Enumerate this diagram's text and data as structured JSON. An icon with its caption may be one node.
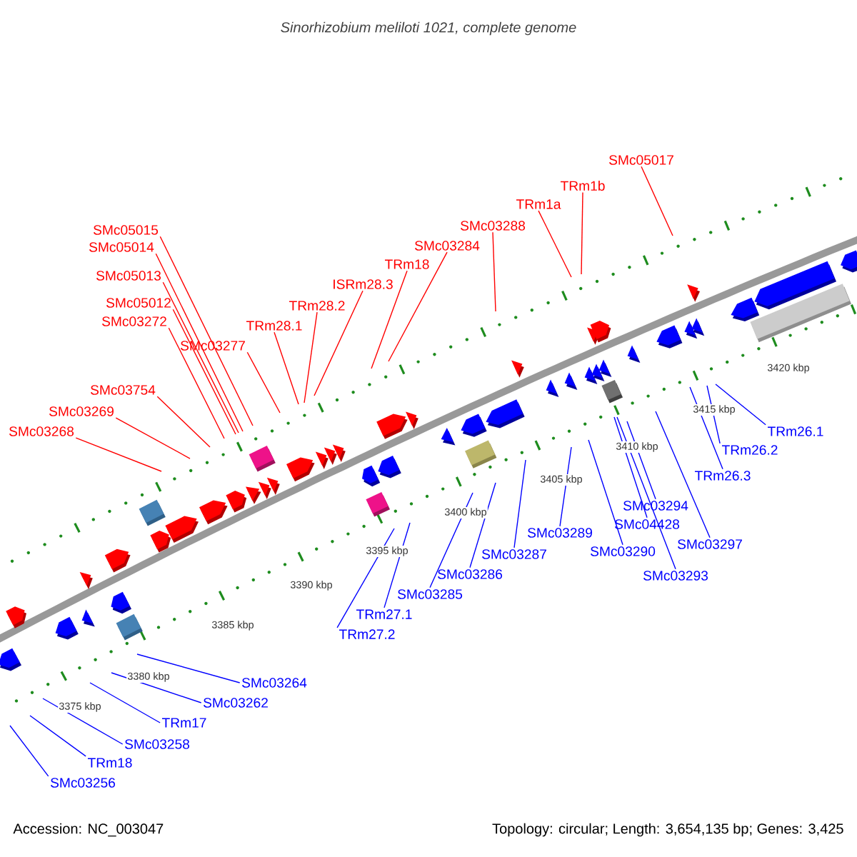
{
  "diagram": {
    "title": "Sinorhizobium meliloti 1021, complete genome",
    "nodes": [
      {
        "text": [
          "SMc05017"
        ]
      },
      {
        "text": [
          "TRm1b"
        ]
      },
      {
        "text": [
          "TRm1a"
        ]
      },
      {
        "text": [
          "SMc03288"
        ]
      },
      {
        "text": [
          "SMc05015"
        ]
      },
      {
        "text": [
          "SMc03284"
        ]
      },
      {
        "text": [
          "SMc05014"
        ]
      },
      {
        "text": [
          "TRm18"
        ]
      },
      {
        "text": [
          "SMc05013"
        ]
      },
      {
        "text": [
          "ISRm28.3"
        ]
      },
      {
        "text": [
          "SMc05012"
        ]
      },
      {
        "text": [
          "TRm28.2"
        ]
      },
      {
        "text": [
          "SMc03272"
        ]
      },
      {
        "text": [
          "TRm28.1"
        ]
      },
      {
        "text": [
          "SMc03277"
        ]
      },
      {
        "text": [
          "SMc03754"
        ]
      },
      {
        "text": [
          "SMc03269"
        ]
      },
      {
        "text": [
          "SMc03268"
        ]
      },
      {
        "text": [
          "TRm26.1"
        ]
      },
      {
        "text": [
          "TRm26.2"
        ]
      },
      {
        "text": [
          "TRm26.3"
        ]
      },
      {
        "text": [
          "SMc03294"
        ]
      },
      {
        "text": [
          "SMc04428"
        ]
      },
      {
        "text": [
          "SMc03289"
        ]
      },
      {
        "text": [
          "SMc03297"
        ]
      },
      {
        "text": [
          "SMc03290"
        ]
      },
      {
        "text": [
          "SMc03287"
        ]
      },
      {
        "text": [
          "SMc03286"
        ]
      },
      {
        "text": [
          "SMc03293"
        ]
      },
      {
        "text": [
          "SMc03285"
        ]
      },
      {
        "text": [
          "TRm27.1"
        ]
      },
      {
        "text": [
          "TRm27.2"
        ]
      },
      {
        "text": [
          "SMc03264"
        ]
      },
      {
        "text": [
          "SMc03262"
        ]
      },
      {
        "text": [
          "TRm17"
        ]
      },
      {
        "text": [
          "SMc03258"
        ]
      },
      {
        "text": [
          "TRm18"
        ]
      },
      {
        "text": [
          "SMc03256"
        ]
      }
    ],
    "edges": [
      {
        "from": 0,
        "to": null,
        "arrow": "none",
        "color": "#ff0000"
      },
      {
        "from": 1,
        "to": null,
        "arrow": "none",
        "color": "#ff0000"
      },
      {
        "from": 2,
        "to": null,
        "arrow": "none",
        "color": "#ff0000"
      },
      {
        "from": 3,
        "to": null,
        "arrow": "none",
        "color": "#ff0000"
      },
      {
        "from": 4,
        "to": null,
        "arrow": "none",
        "color": "#ff0000"
      },
      {
        "from": 5,
        "to": null,
        "arrow": "none",
        "color": "#ff0000"
      },
      {
        "from": 6,
        "to": null,
        "arrow": "none",
        "color": "#ff0000"
      },
      {
        "from": 7,
        "to": null,
        "arrow": "none",
        "color": "#ff0000"
      },
      {
        "from": 8,
        "to": null,
        "arrow": "none",
        "color": "#ff0000"
      },
      {
        "from": 9,
        "to": null,
        "arrow": "none",
        "color": "#ff0000"
      },
      {
        "from": 10,
        "to": null,
        "arrow": "none",
        "color": "#ff0000"
      },
      {
        "from": 11,
        "to": null,
        "arrow": "none",
        "color": "#ff0000"
      },
      {
        "from": 12,
        "to": null,
        "arrow": "none",
        "color": "#ff0000"
      },
      {
        "from": 13,
        "to": null,
        "arrow": "none",
        "color": "#ff0000"
      },
      {
        "from": 14,
        "to": null,
        "arrow": "none",
        "color": "#ff0000"
      },
      {
        "from": 15,
        "to": null,
        "arrow": "none",
        "color": "#ff0000"
      },
      {
        "from": 16,
        "to": null,
        "arrow": "none",
        "color": "#ff0000"
      },
      {
        "from": 17,
        "to": null,
        "arrow": "none",
        "color": "#ff0000"
      },
      {
        "from": 18,
        "to": null,
        "arrow": "none"
      },
      {
        "from": 19,
        "to": null,
        "arrow": "none"
      },
      {
        "from": 20,
        "to": null,
        "arrow": "none"
      },
      {
        "from": 21,
        "to": null,
        "arrow": "none"
      },
      {
        "from": 22,
        "to": null,
        "arrow": "none"
      },
      {
        "from": 23,
        "to": null,
        "arrow": "none"
      },
      {
        "from": 24,
        "to": null,
        "arrow": "none"
      },
      {
        "from": 25,
        "to": null,
        "arrow": "none"
      },
      {
        "from": 26,
        "to": null,
        "arrow": "none"
      },
      {
        "from": 27,
        "to": null,
        "arrow": "none"
      },
      {
        "from": 28,
        "to": null,
        "arrow": "none"
      },
      {
        "from": 29,
        "to": null,
        "arrow": "none"
      },
      {
        "from": 30,
        "to": null,
        "arrow": "none"
      },
      {
        "from": 31,
        "to": null,
        "arrow": "none"
      },
      {
        "from": 32,
        "to": null,
        "arrow": "none"
      },
      {
        "from": 33,
        "to": null,
        "arrow": "none"
      },
      {
        "from": 34,
        "to": null,
        "arrow": "none"
      },
      {
        "from": 35,
        "to": null,
        "arrow": "none"
      },
      {
        "from": 36,
        "to": null,
        "arrow": "none"
      },
      {
        "from": 37,
        "to": null,
        "arrow": "none"
      }
    ],
    "labels": [
      "3420 kbp",
      "3415 kbp",
      "3410 kbp",
      "3405 kbp",
      "3400 kbp",
      "3395 kbp",
      "3390 kbp",
      "3385 kbp",
      "3380 kbp",
      "3375 kbp",
      "Accession: NC_003047",
      "Topology: circular; Length: 3,654,135 bp; Genes: 3,425"
    ]
  }
}
